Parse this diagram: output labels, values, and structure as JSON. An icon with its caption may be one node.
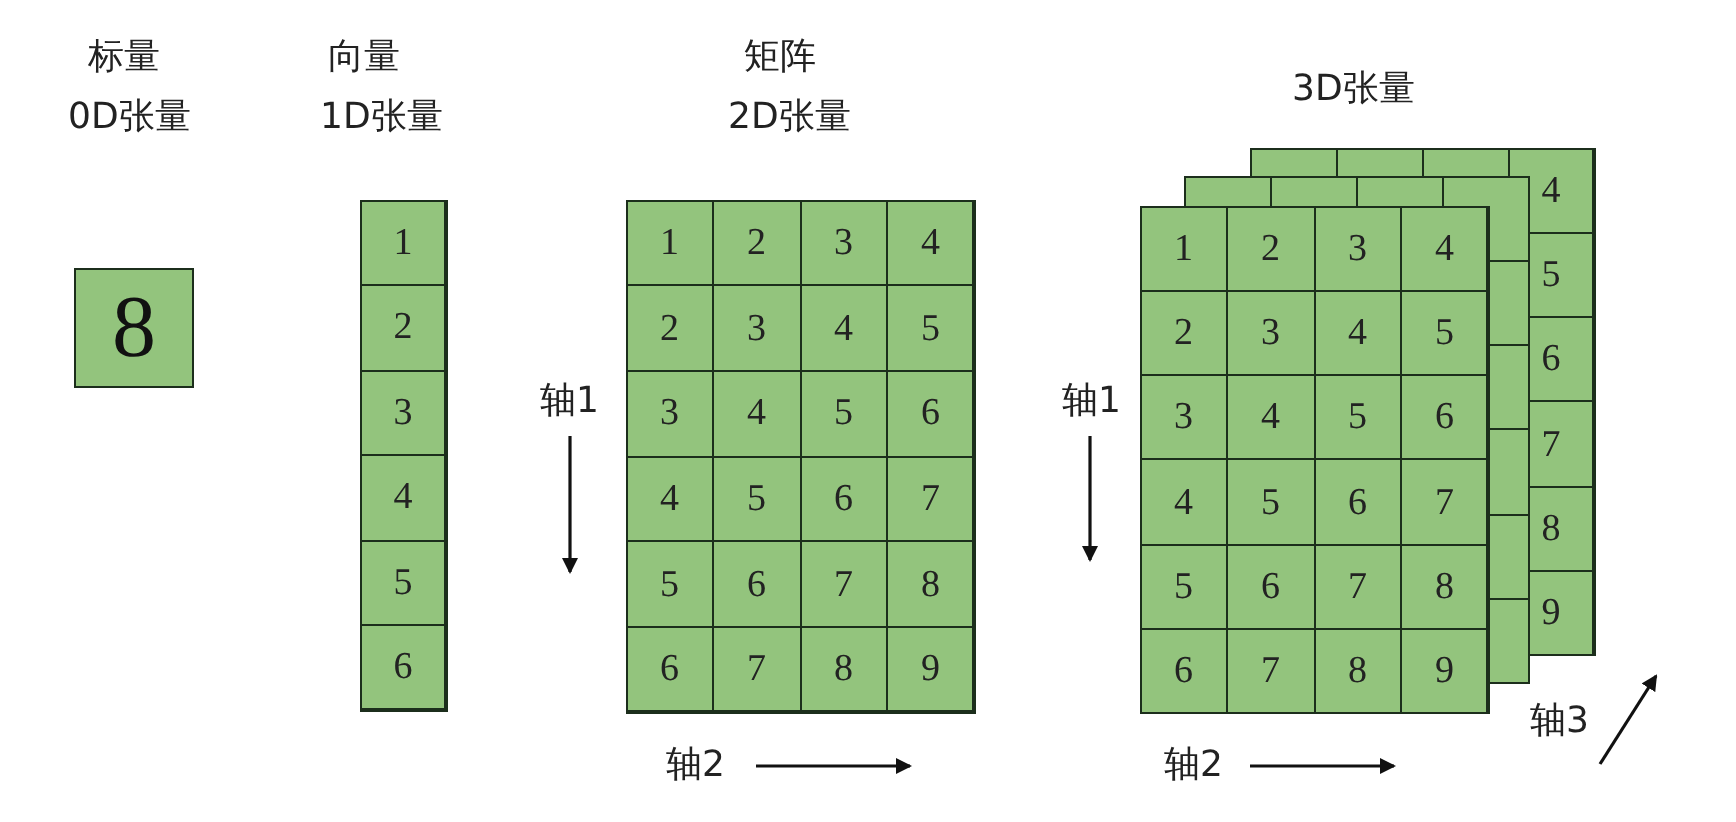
{
  "diagram": {
    "labels": [
      "标量",
      "0D张量",
      "8",
      "向量",
      "1D张量",
      "1",
      "2",
      "3",
      "4",
      "5",
      "6",
      "矩阵",
      "2D张量",
      "1",
      "2",
      "3",
      "4",
      "2",
      "3",
      "4",
      "5",
      "3",
      "4",
      "5",
      "6",
      "4",
      "5",
      "6",
      "7",
      "5",
      "6",
      "7",
      "8",
      "6",
      "7",
      "8",
      "9",
      "轴1",
      "轴2",
      "3D张量",
      "4",
      "5",
      "6",
      "7",
      "8",
      "9",
      "1",
      "2",
      "3",
      "4",
      "2",
      "3",
      "4",
      "5",
      "3",
      "4",
      "5",
      "6",
      "4",
      "5",
      "6",
      "7",
      "5",
      "6",
      "7",
      "8",
      "6",
      "7",
      "8",
      "9",
      "轴1",
      "轴3",
      "轴2"
    ]
  }
}
